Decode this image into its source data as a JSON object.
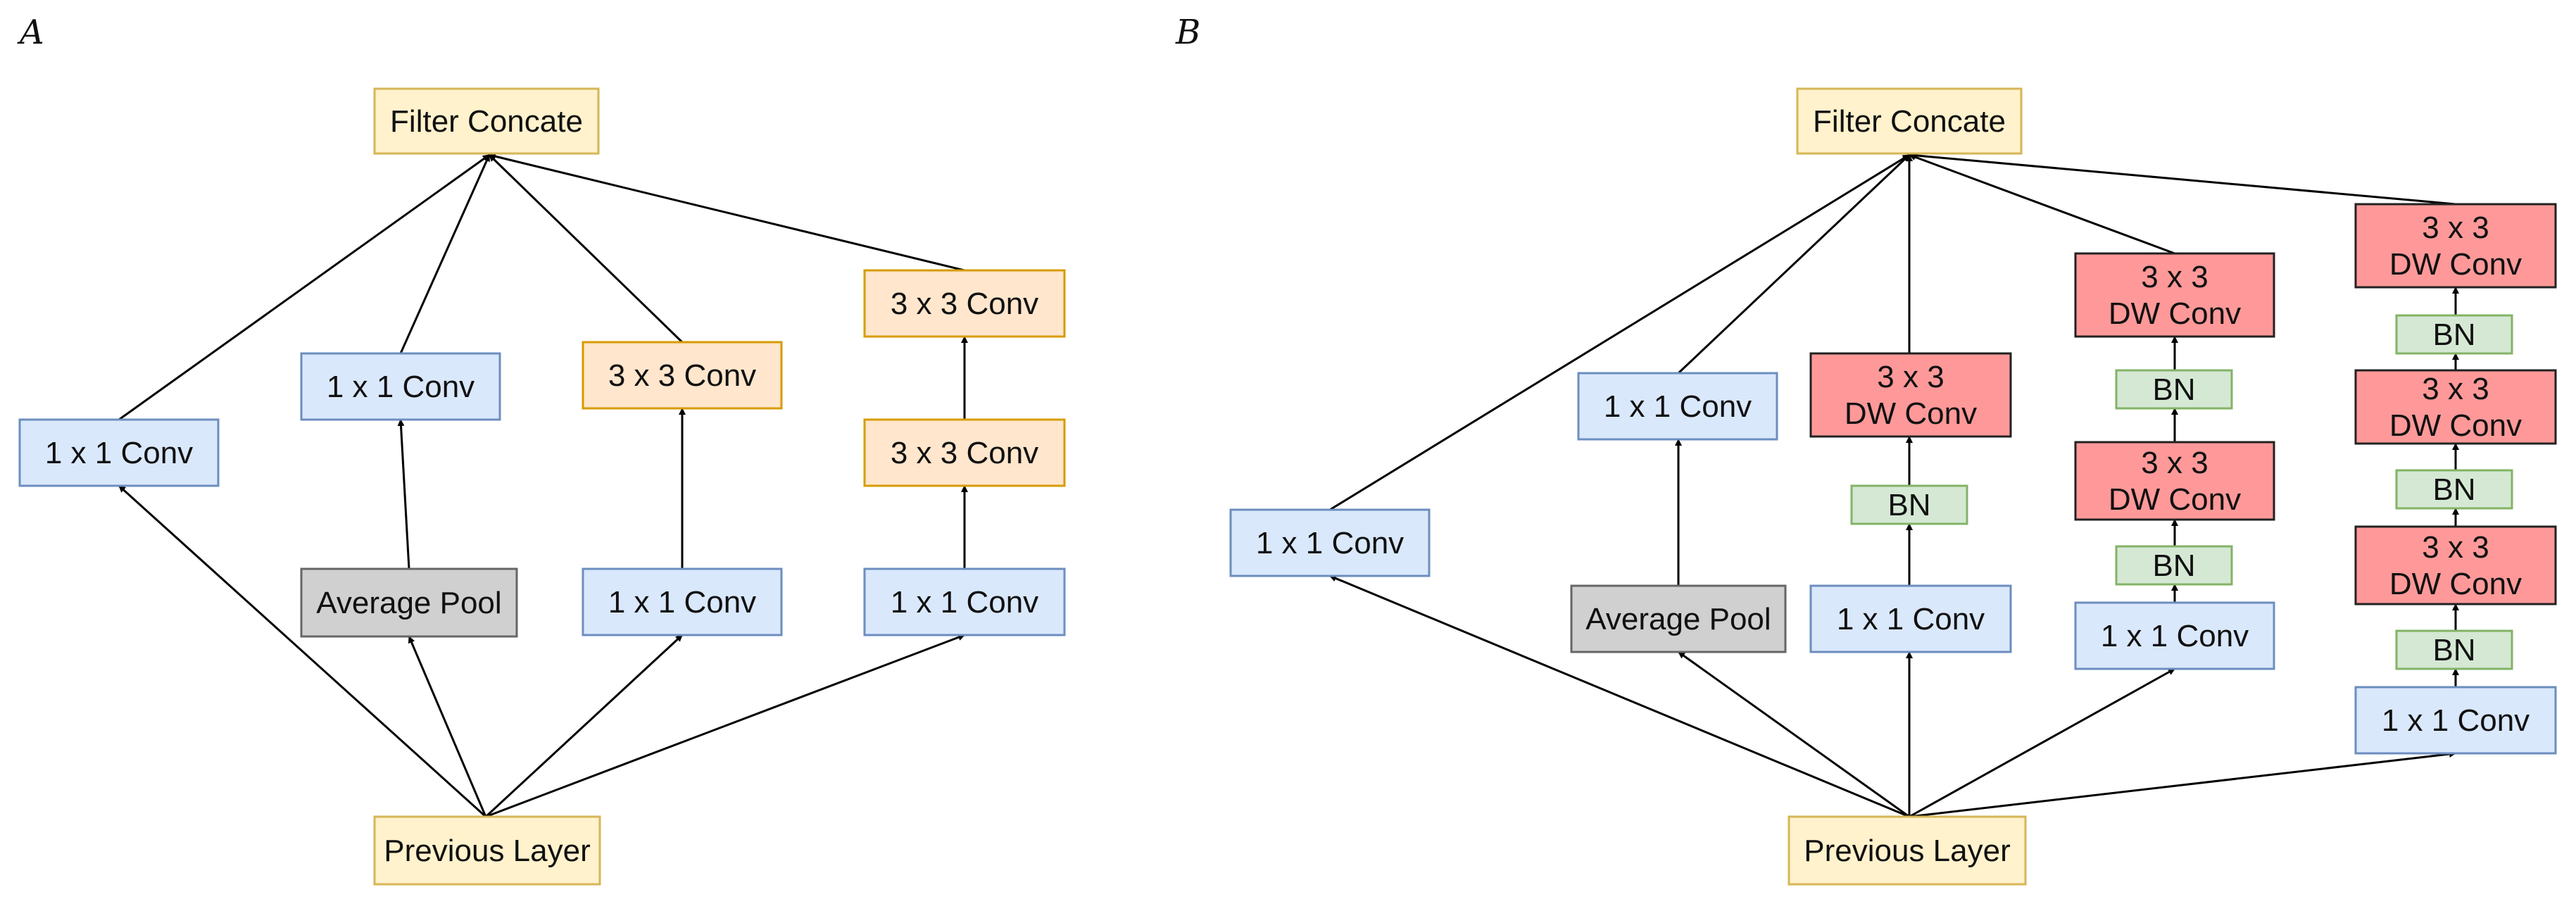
{
  "panels": [
    {
      "id": "A",
      "label": "A",
      "nodes": [
        {
          "id": "A_fc",
          "type": "io",
          "lines": [
            "Filter Concate"
          ]
        },
        {
          "id": "A_b1",
          "type": "conv1",
          "lines": [
            "1 x 1 Conv"
          ]
        },
        {
          "id": "A_b2c",
          "type": "conv1",
          "lines": [
            "1 x 1 Conv"
          ]
        },
        {
          "id": "A_b2p",
          "type": "pool",
          "lines": [
            "Average Pool"
          ]
        },
        {
          "id": "A_b3c3",
          "type": "conv3",
          "lines": [
            "3 x 3 Conv"
          ]
        },
        {
          "id": "A_b3c1",
          "type": "conv1",
          "lines": [
            "1 x 1 Conv"
          ]
        },
        {
          "id": "A_b4c3b",
          "type": "conv3",
          "lines": [
            "3 x 3 Conv"
          ]
        },
        {
          "id": "A_b4c3a",
          "type": "conv3",
          "lines": [
            "3 x 3 Conv"
          ]
        },
        {
          "id": "A_b4c1",
          "type": "conv1",
          "lines": [
            "1 x 1 Conv"
          ]
        },
        {
          "id": "A_prev",
          "type": "io",
          "lines": [
            "Previous Layer"
          ]
        }
      ],
      "edges": [
        [
          "A_prev",
          "A_b1"
        ],
        [
          "A_prev",
          "A_b2p"
        ],
        [
          "A_prev",
          "A_b3c1"
        ],
        [
          "A_prev",
          "A_b4c1"
        ],
        [
          "A_b2p",
          "A_b2c"
        ],
        [
          "A_b3c1",
          "A_b3c3"
        ],
        [
          "A_b4c1",
          "A_b4c3a"
        ],
        [
          "A_b4c3a",
          "A_b4c3b"
        ],
        [
          "A_b1",
          "A_fc"
        ],
        [
          "A_b2c",
          "A_fc"
        ],
        [
          "A_b3c3",
          "A_fc"
        ],
        [
          "A_b4c3b",
          "A_fc"
        ]
      ]
    },
    {
      "id": "B",
      "label": "B",
      "nodes": [
        {
          "id": "B_fc",
          "type": "io",
          "lines": [
            "Filter Concate"
          ]
        },
        {
          "id": "B_b1",
          "type": "conv1",
          "lines": [
            "1 x 1 Conv"
          ]
        },
        {
          "id": "B_b2c",
          "type": "conv1",
          "lines": [
            "1 x 1 Conv"
          ]
        },
        {
          "id": "B_b2p",
          "type": "pool",
          "lines": [
            "Average Pool"
          ]
        },
        {
          "id": "B_b3dw",
          "type": "dw",
          "lines": [
            "3 x 3",
            "DW Conv"
          ]
        },
        {
          "id": "B_b3bn",
          "type": "bn",
          "lines": [
            "BN"
          ]
        },
        {
          "id": "B_b3c1",
          "type": "conv1",
          "lines": [
            "1 x 1 Conv"
          ]
        },
        {
          "id": "B_b4dw2",
          "type": "dw",
          "lines": [
            "3 x 3",
            "DW Conv"
          ]
        },
        {
          "id": "B_b4bn2",
          "type": "bn",
          "lines": [
            "BN"
          ]
        },
        {
          "id": "B_b4dw1",
          "type": "dw",
          "lines": [
            "3 x 3",
            "DW Conv"
          ]
        },
        {
          "id": "B_b4bn1",
          "type": "bn",
          "lines": [
            "BN"
          ]
        },
        {
          "id": "B_b4c1",
          "type": "conv1",
          "lines": [
            "1 x 1 Conv"
          ]
        },
        {
          "id": "B_b5dw3",
          "type": "dw",
          "lines": [
            "3 x 3",
            "DW Conv"
          ]
        },
        {
          "id": "B_b5bn3",
          "type": "bn",
          "lines": [
            "BN"
          ]
        },
        {
          "id": "B_b5dw2",
          "type": "dw",
          "lines": [
            "3 x 3",
            "DW Conv"
          ]
        },
        {
          "id": "B_b5bn2",
          "type": "bn",
          "lines": [
            "BN"
          ]
        },
        {
          "id": "B_b5dw1",
          "type": "dw",
          "lines": [
            "3 x 3",
            "DW Conv"
          ]
        },
        {
          "id": "B_b5bn1",
          "type": "bn",
          "lines": [
            "BN"
          ]
        },
        {
          "id": "B_b5c1",
          "type": "conv1",
          "lines": [
            "1 x 1 Conv"
          ]
        },
        {
          "id": "B_prev",
          "type": "io",
          "lines": [
            "Previous Layer"
          ]
        }
      ],
      "edges": [
        [
          "B_prev",
          "B_b1"
        ],
        [
          "B_prev",
          "B_b2p"
        ],
        [
          "B_prev",
          "B_b3c1"
        ],
        [
          "B_prev",
          "B_b4c1"
        ],
        [
          "B_prev",
          "B_b5c1"
        ],
        [
          "B_b2p",
          "B_b2c"
        ],
        [
          "B_b3c1",
          "B_b3bn"
        ],
        [
          "B_b3bn",
          "B_b3dw"
        ],
        [
          "B_b4c1",
          "B_b4bn1"
        ],
        [
          "B_b4bn1",
          "B_b4dw1"
        ],
        [
          "B_b4dw1",
          "B_b4bn2"
        ],
        [
          "B_b4bn2",
          "B_b4dw2"
        ],
        [
          "B_b5c1",
          "B_b5bn1"
        ],
        [
          "B_b5bn1",
          "B_b5dw1"
        ],
        [
          "B_b5dw1",
          "B_b5bn2"
        ],
        [
          "B_b5bn2",
          "B_b5dw2"
        ],
        [
          "B_b5dw2",
          "B_b5bn3"
        ],
        [
          "B_b5bn3",
          "B_b5dw3"
        ],
        [
          "B_b1",
          "B_fc"
        ],
        [
          "B_b2c",
          "B_fc"
        ],
        [
          "B_b3dw",
          "B_fc"
        ],
        [
          "B_b4dw2",
          "B_fc"
        ],
        [
          "B_b5dw3",
          "B_fc"
        ]
      ]
    }
  ],
  "styles": {
    "io": {
      "fill": "#fff2cc",
      "stroke": "#d6b656"
    },
    "conv1": {
      "fill": "#dae8fc",
      "stroke": "#6c8ebf"
    },
    "conv3": {
      "fill": "#ffe6cc",
      "stroke": "#d79b00"
    },
    "pool": {
      "fill": "#d0d0d0",
      "stroke": "#666666"
    },
    "dw": {
      "fill": "#ff9999",
      "stroke": "#222222"
    },
    "bn": {
      "fill": "#d5e8d4",
      "stroke": "#82b366"
    }
  }
}
